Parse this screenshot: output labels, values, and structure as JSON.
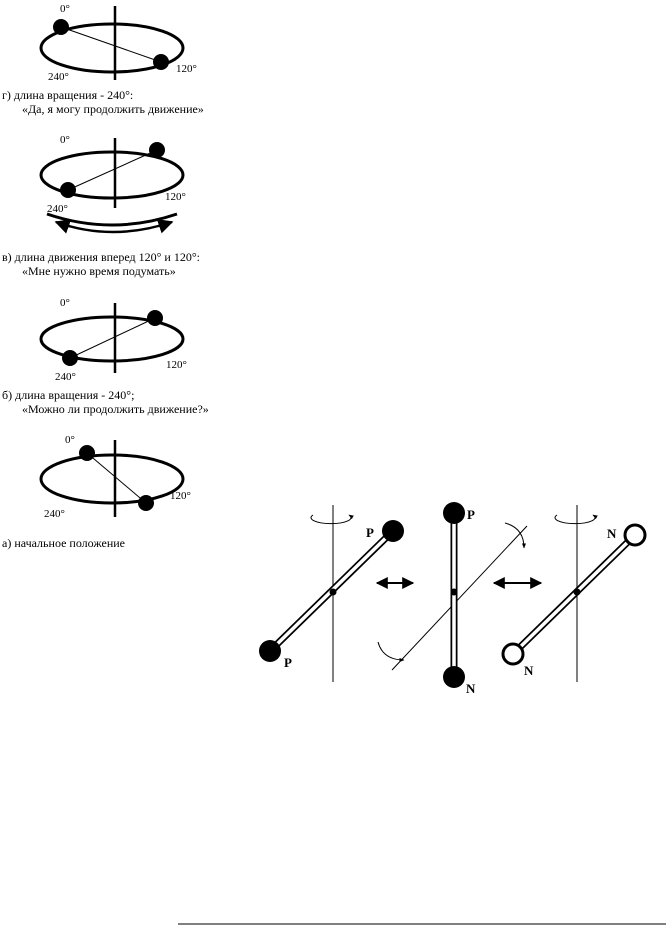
{
  "colors": {
    "ink": "#000000",
    "paper": "#ffffff"
  },
  "stages": {
    "g": {
      "angles": {
        "a0": "0°",
        "a120": "120°",
        "a240": "240°"
      },
      "caption_line1": "г)  длина вращения - 240°:",
      "caption_line2": "«Да, я могу продолжить движение»"
    },
    "v": {
      "angles": {
        "a0": "0°",
        "a120": "120°",
        "a240": "240°"
      },
      "caption_line1": "в)  длина движения вперед 120° и 120°:",
      "caption_line2": "«Мне нужно время подумать»"
    },
    "b": {
      "angles": {
        "a0": "0°",
        "a120": "120°",
        "a240": "240°"
      },
      "caption_line1": "б)  длина вращения - 240°;",
      "caption_line2": "«Можно ли продолжить движение?»"
    },
    "a": {
      "angles": {
        "a0": "0°",
        "a120": "120°",
        "a240": "240°"
      },
      "caption_line1": "а)  начальное положение"
    }
  },
  "dipoles": {
    "left": {
      "top_pole": "P",
      "bottom_pole": "P"
    },
    "middle": {
      "top_pole": "P",
      "bottom_pole": "N"
    },
    "right": {
      "top_pole": "N",
      "bottom_pole": "N"
    }
  }
}
